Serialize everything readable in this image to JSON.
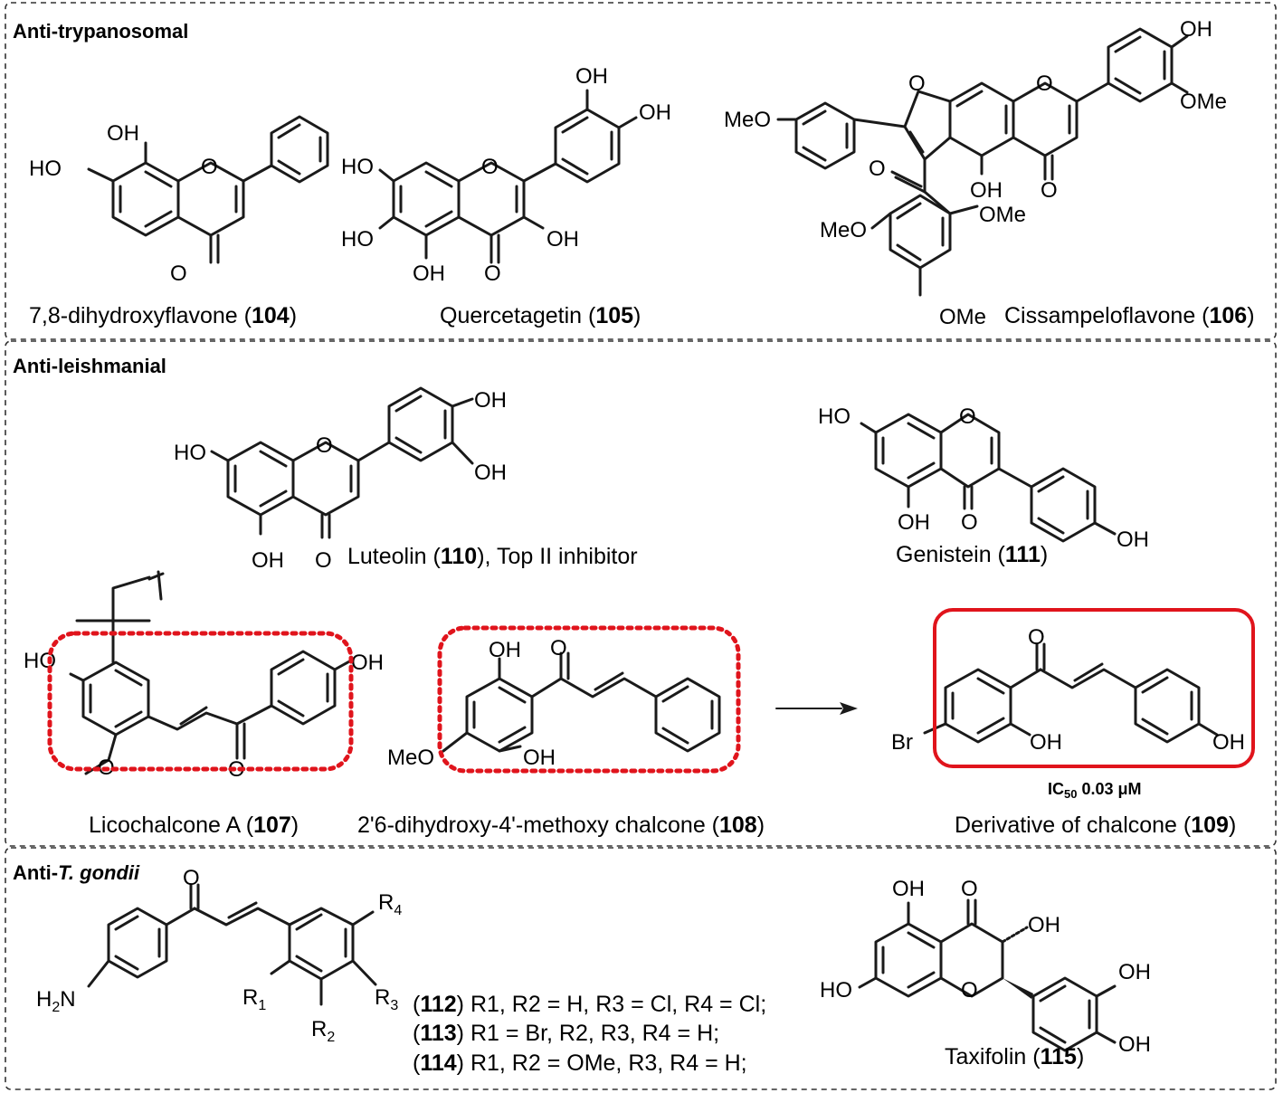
{
  "sections": {
    "trypanosomal": {
      "title": "Anti-trypanosomal"
    },
    "leishmanial": {
      "title": "Anti-leishmanial"
    },
    "gondii": {
      "title_prefix": "Anti-",
      "title_italic": "T. gondii"
    }
  },
  "compounds": {
    "c104": {
      "name": "7,8-dihydroxyflavone (",
      "num": "104",
      "close": ")"
    },
    "c105": {
      "name": "Quercetagetin (",
      "num": "105",
      "close": ")"
    },
    "c106": {
      "name": "Cissampeloflavone (",
      "num": "106",
      "close": ")"
    },
    "c110": {
      "name": "Luteolin  (",
      "num": "110",
      "close": "), Top II inhibitor"
    },
    "c111": {
      "name": "Genistein  (",
      "num": "111",
      "close": ")"
    },
    "c107": {
      "name": "Licochalcone A (",
      "num": "107",
      "close": ")"
    },
    "c108": {
      "name": "2'6-dihydroxy-4'-methoxy chalcone (",
      "num": "108",
      "close": ")"
    },
    "c109": {
      "name": "Derivative of chalcone (",
      "num": "109",
      "close": ")"
    },
    "c115": {
      "name": "Taxifolin (",
      "num": "115",
      "close": ")"
    }
  },
  "ic50": {
    "prefix": "IC",
    "sub": "50",
    "value": " 0.03 μM"
  },
  "substituents": {
    "l112": {
      "num": "112",
      "text": "R1, R2 = H, R3 = Cl, R4 = Cl;"
    },
    "l113": {
      "num": "113",
      "text": "R1 = Br, R2, R3, R4 = H;"
    },
    "l114": {
      "num": "114",
      "text": "R1, R2 = OMe, R3, R4 = H;"
    }
  },
  "atoms": {
    "OH": "OH",
    "HO": "HO",
    "O": "O",
    "MeO": "MeO",
    "OMe": "OMe",
    "Br": "Br",
    "H2N_H": "H",
    "H2N_2": "2",
    "H2N_N": "N",
    "R": "R",
    "R1_sub": "1",
    "R2_sub": "2",
    "R3_sub": "3",
    "R4_sub": "4"
  },
  "colors": {
    "highlight": "#e0141c",
    "frame": "#333333",
    "bond": "#1a1a1a"
  }
}
